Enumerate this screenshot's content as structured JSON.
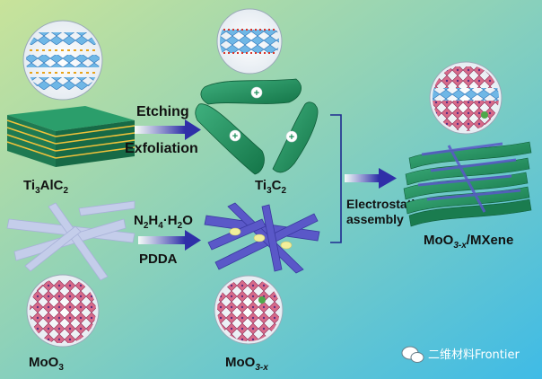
{
  "labels": {
    "etching": "Etching",
    "exfoliation": "Exfoliation",
    "hydrazine": {
      "a": "N",
      "a_sub": "2",
      "b": "H",
      "b_sub": "4",
      "c": "·H",
      "c_sub": "2",
      "d": "O"
    },
    "pdda": "PDDA",
    "electrostatic_1": "Electrostatic",
    "electrostatic_2": "assembly",
    "ti3alc2": {
      "a": "Ti",
      "a_sub": "3",
      "b": "AlC",
      "b_sub": "2"
    },
    "ti3c2": {
      "a": "Ti",
      "a_sub": "3",
      "b": "C",
      "b_sub": "2"
    },
    "moo3": {
      "a": "MoO",
      "a_sub": "3"
    },
    "moo3x": {
      "a": "MoO",
      "a_sub": "3-x"
    },
    "product": {
      "a": "MoO",
      "a_sub": "3-x",
      "b": "/MXene"
    },
    "plus": "+",
    "watermark": "二维材料Frontier"
  },
  "colors": {
    "bg_top_left": "#bfe09a",
    "bg_bottom_right": "#47bfe4",
    "mxene": "#1f8f5c",
    "moox": "#5a58c8",
    "moo3": "#c4cdea",
    "arrow": "#3e3db5"
  }
}
